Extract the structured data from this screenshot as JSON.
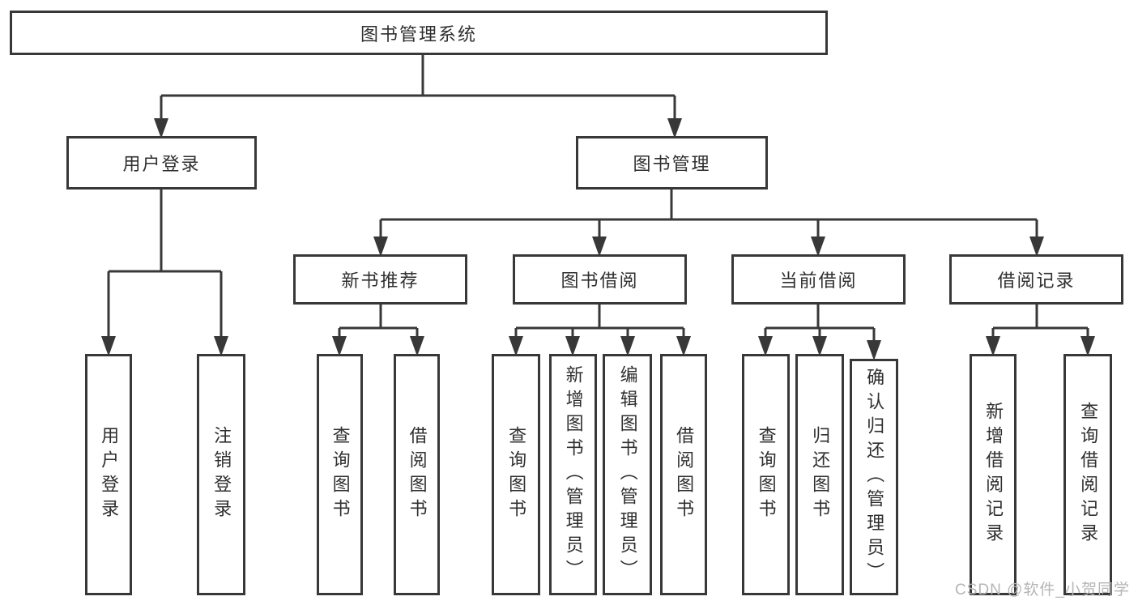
{
  "diagram": {
    "type": "tree",
    "colors": {
      "background": "#ffffff",
      "line": "#383838",
      "box_border": "#383838",
      "text": "#2f2f2f",
      "watermark_text": "#b5b5b5"
    },
    "nodes": {
      "root": {
        "label": "图书管理系统"
      },
      "user_login": {
        "label": "用户登录"
      },
      "book_management": {
        "label": "图书管理"
      },
      "new_book_recommend": {
        "label": "新书推荐"
      },
      "book_borrow": {
        "label": "图书借阅"
      },
      "current_borrow": {
        "label": "当前借阅"
      },
      "borrow_records": {
        "label": "借阅记录"
      },
      "user_login_leaf": {
        "label": "用户登录"
      },
      "logout_leaf": {
        "label": "注销登录"
      },
      "nb_query_book": {
        "label": "查询图书"
      },
      "nb_borrow_book": {
        "label": "借阅图书"
      },
      "bb_query_book": {
        "label": "查询图书"
      },
      "bb_add_book": {
        "label": "新增图书（管理员）"
      },
      "bb_edit_book": {
        "label": "编辑图书（管理员）"
      },
      "bb_borrow_book": {
        "label": "借阅图书"
      },
      "cb_query_book": {
        "label": "查询图书"
      },
      "cb_return_book": {
        "label": "归还图书"
      },
      "cb_confirm_return": {
        "label": "确认归还（管理员）"
      },
      "br_add_record": {
        "label": "新增借阅记录"
      },
      "br_query_record": {
        "label": "查询借阅记录"
      }
    },
    "hierarchy": {
      "图书管理系统": {
        "用户登录": [
          "用户登录",
          "注销登录"
        ],
        "图书管理": {
          "新书推荐": [
            "查询图书",
            "借阅图书"
          ],
          "图书借阅": [
            "查询图书",
            "新增图书（管理员）",
            "编辑图书（管理员）",
            "借阅图书"
          ],
          "当前借阅": [
            "查询图书",
            "归还图书",
            "确认归还（管理员）"
          ],
          "借阅记录": [
            "新增借阅记录",
            "查询借阅记录"
          ]
        }
      }
    }
  },
  "watermark": {
    "text": "CSDN @软件_小贺同学"
  }
}
